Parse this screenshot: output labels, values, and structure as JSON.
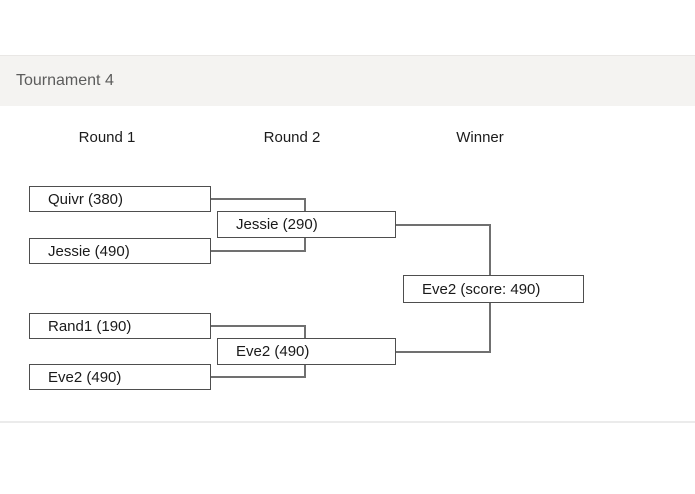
{
  "header": {
    "title": "Tournament 4"
  },
  "columns": {
    "round1": "Round 1",
    "round2": "Round 2",
    "winner": "Winner"
  },
  "bracket": {
    "round1": [
      {
        "label": "Quivr (380)"
      },
      {
        "label": "Jessie (490)"
      },
      {
        "label": "Rand1 (190)"
      },
      {
        "label": "Eve2 (490)"
      }
    ],
    "round2": [
      {
        "label": "Jessie (290)"
      },
      {
        "label": "Eve2 (490)"
      }
    ],
    "winner": {
      "label": "Eve2 (score: 490)"
    }
  },
  "colors": {
    "header_band_bg": "#f4f3f1",
    "header_band_border": "#e9e7e5",
    "title_text": "#5c5c5c",
    "body_text": "#1a1a1a",
    "box_border": "#4e4e4e",
    "connector_line": "#707070",
    "divider_line": "#ebebeb"
  }
}
